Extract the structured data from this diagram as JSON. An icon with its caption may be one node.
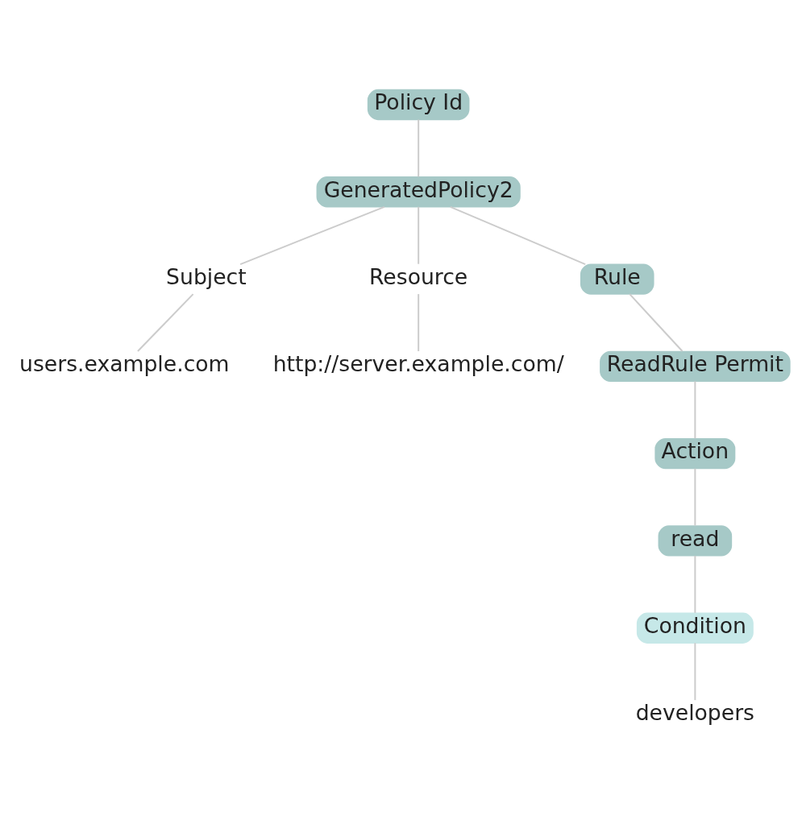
{
  "diagram": {
    "nodes": [
      {
        "text": [
          "Policy Id"
        ]
      },
      {
        "text": [
          "GeneratedPolicy2"
        ]
      },
      {
        "text": [
          "Subject"
        ]
      },
      {
        "text": [
          "Resource"
        ]
      },
      {
        "text": [
          "Rule"
        ]
      },
      {
        "text": [
          "users.example.com"
        ]
      },
      {
        "text": [
          "http://server.example.com/"
        ]
      },
      {
        "text": [
          "ReadRule Permit"
        ]
      },
      {
        "text": [
          "Action"
        ]
      },
      {
        "text": [
          "read"
        ]
      },
      {
        "text": [
          "Condition"
        ]
      },
      {
        "text": [
          "developers"
        ]
      }
    ],
    "edges": [
      {
        "from": 0,
        "to": 1,
        "arrow": "none"
      },
      {
        "from": 1,
        "to": 2,
        "arrow": "none"
      },
      {
        "from": 1,
        "to": 3,
        "arrow": "none"
      },
      {
        "from": 1,
        "to": 4,
        "arrow": "none"
      },
      {
        "from": 2,
        "to": 5,
        "arrow": "none"
      },
      {
        "from": 3,
        "to": 6,
        "arrow": "none"
      },
      {
        "from": 4,
        "to": 7,
        "arrow": "none"
      },
      {
        "from": 7,
        "to": 8,
        "arrow": "none"
      },
      {
        "from": 8,
        "to": 9,
        "arrow": "none"
      },
      {
        "from": 9,
        "to": 10,
        "arrow": "none"
      },
      {
        "from": 10,
        "to": 11,
        "arrow": "none"
      }
    ]
  }
}
